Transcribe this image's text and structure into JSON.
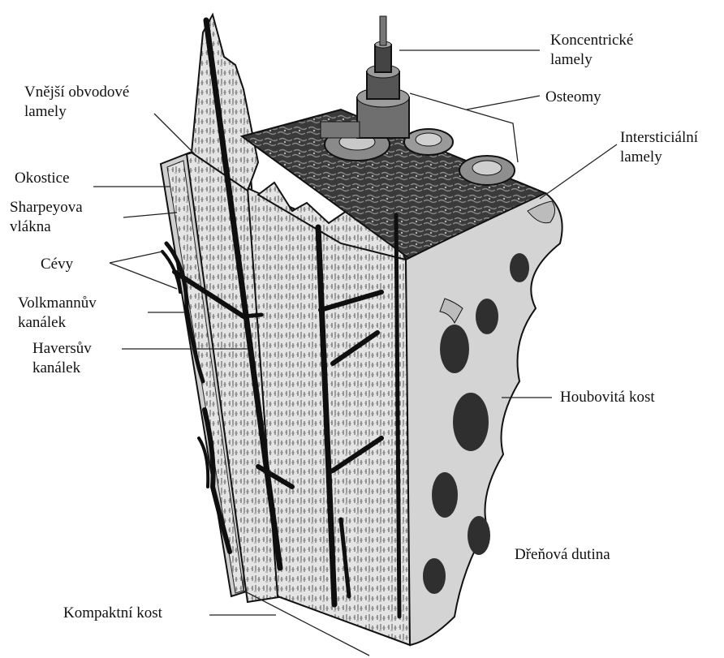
{
  "labels": {
    "koncentricke_1": "Koncentrické",
    "koncentricke_2": "lamely",
    "osteomy": "Osteomy",
    "intersticialni_1": "Intersticiální",
    "intersticialni_2": "lamely",
    "vnejsi_1": "Vnější obvodové",
    "vnejsi_2": "lamely",
    "okostice": "Okostice",
    "sharpeyova_1": "Sharpeyova",
    "sharpeyova_2": "vlákna",
    "cevy": "Cévy",
    "volkmann_1": "Volkmannův",
    "volkmann_2": "kanálek",
    "havers_1": "Haversův",
    "havers_2": "kanálek",
    "houbovita": "Houbovitá kost",
    "drenova": "Dřeňová dutina",
    "kompaktni": "Kompaktní kost"
  },
  "colors": {
    "ink": "#111111",
    "bone": "#e6e6e6",
    "bone_dark": "#bdbdbd",
    "spongy": "#d2d2d2",
    "cavity": "#3a3a3a"
  }
}
